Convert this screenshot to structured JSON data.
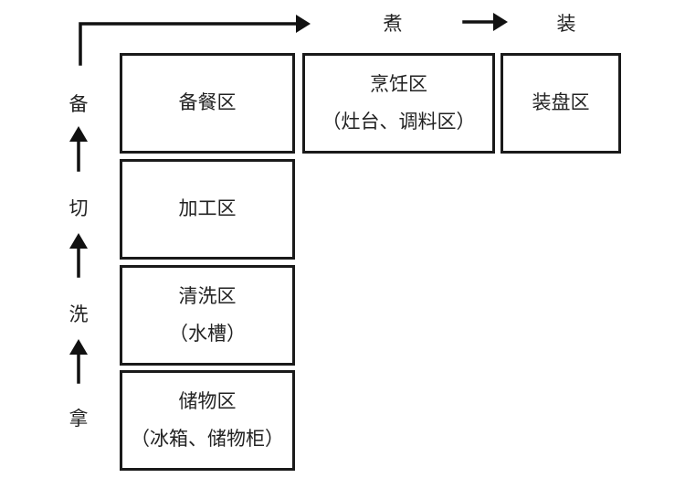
{
  "steps": {
    "take": "拿",
    "wash": "洗",
    "cut": "切",
    "prep": "备",
    "cook": "煮",
    "plate": "装"
  },
  "zones": {
    "storage": {
      "name": "储物区",
      "detail": "（冰箱、储物柜）"
    },
    "washing": {
      "name": "清洗区",
      "detail": "（水槽）"
    },
    "processing": {
      "name": "加工区"
    },
    "prep": {
      "name": "备餐区"
    },
    "cooking": {
      "name": "烹饪区",
      "detail": "（灶台、调料区）"
    },
    "plating": {
      "name": "装盘区"
    }
  }
}
